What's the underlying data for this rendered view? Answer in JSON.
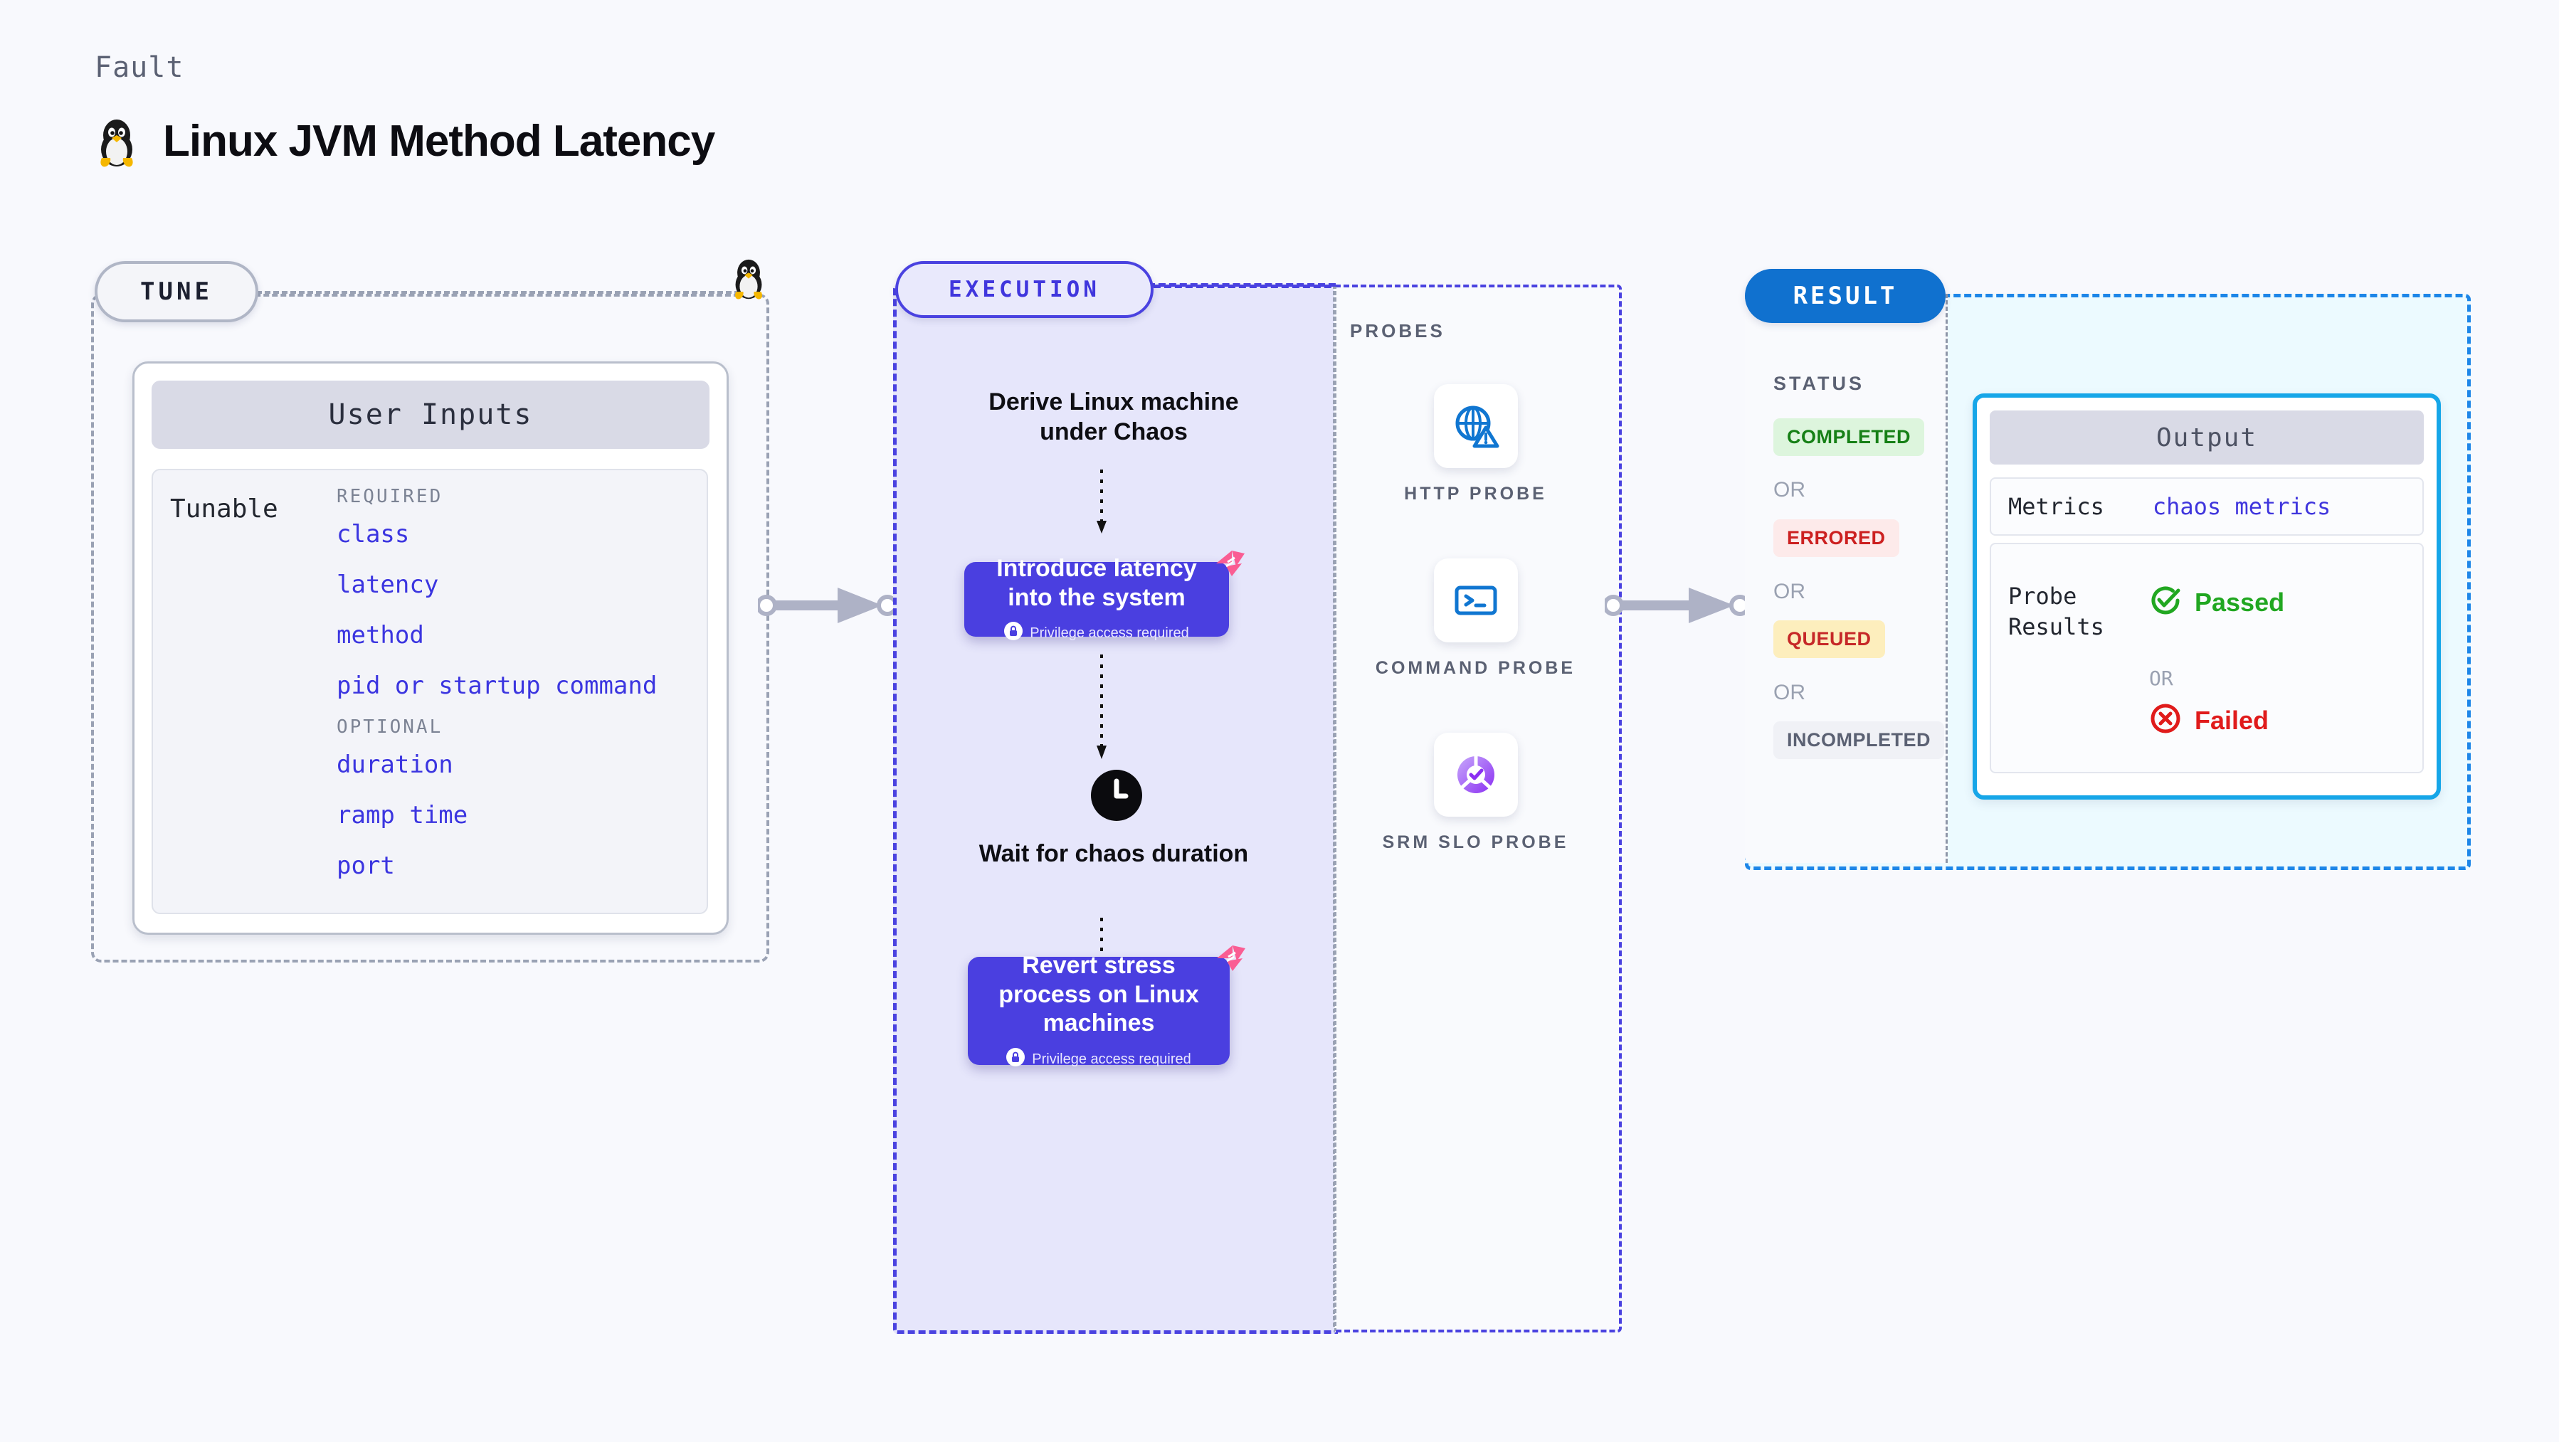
{
  "header": {
    "fault_label": "Fault",
    "title": "Linux JVM Method Latency",
    "icon": "linux-tux-icon"
  },
  "tune": {
    "pill_label": "TUNE",
    "icon": "linux-tux-icon",
    "card": {
      "header": "User Inputs",
      "row_label": "Tunable",
      "groups": [
        {
          "title": "REQUIRED",
          "items": [
            "class",
            "latency",
            "method",
            "pid or startup command"
          ]
        },
        {
          "title": "OPTIONAL",
          "items": [
            "duration",
            "ramp time",
            "port"
          ]
        }
      ]
    }
  },
  "execution": {
    "pill_label": "EXECUTION",
    "steps": [
      {
        "type": "text",
        "label": "Derive Linux machine\nunder Chaos"
      },
      {
        "type": "action",
        "label": "Introduce latency\ninto the system",
        "privilege_note": "Privilege access required",
        "badge": "chaos-badge-icon"
      },
      {
        "type": "wait",
        "icon": "clock-icon",
        "label": "Wait for chaos\nduration"
      },
      {
        "type": "action",
        "label": "Revert stress\nprocess on Linux\nmachines",
        "privilege_note": "Privilege access required",
        "badge": "chaos-badge-icon"
      }
    ]
  },
  "probes": {
    "title": "PROBES",
    "items": [
      {
        "label": "HTTP PROBE",
        "icon": "globe-warning-icon"
      },
      {
        "label": "COMMAND PROBE",
        "icon": "terminal-icon"
      },
      {
        "label": "SRM SLO PROBE",
        "icon": "slo-donut-check-icon"
      }
    ]
  },
  "result": {
    "pill_label": "RESULT",
    "status_title": "STATUS",
    "or_label": "OR",
    "statuses": [
      {
        "label": "COMPLETED",
        "bg": "#ddf5dd",
        "fg": "#168016"
      },
      {
        "label": "ERRORED",
        "bg": "#fdeaea",
        "fg": "#cc2020"
      },
      {
        "label": "QUEUED",
        "bg": "#fdeebd",
        "fg": "#c62828"
      },
      {
        "label": "INCOMPLETED",
        "bg": "#f0f1f6",
        "fg": "#5b6173"
      }
    ],
    "output": {
      "header": "Output",
      "metrics_label": "Metrics",
      "metrics_value": "chaos metrics",
      "probe_results_label": "Probe\nResults",
      "passed_label": "Passed",
      "failed_label": "Failed",
      "or_label": "OR",
      "passed_icon": "check-circle-icon",
      "failed_icon": "x-circle-icon"
    }
  },
  "colors": {
    "background": "#f8f9fd",
    "execution_accent": "#4a42e0",
    "result_accent": "#1071cf",
    "output_accent": "#16a6e8",
    "tunable_value": "#3b35e0",
    "chaos_badge": "#fa5d93",
    "passed": "#21a721",
    "failed": "#e01b1b"
  },
  "connectors": {
    "arrow_tune_to_execution": "flow-arrow",
    "arrow_execution_to_result": "flow-arrow"
  }
}
